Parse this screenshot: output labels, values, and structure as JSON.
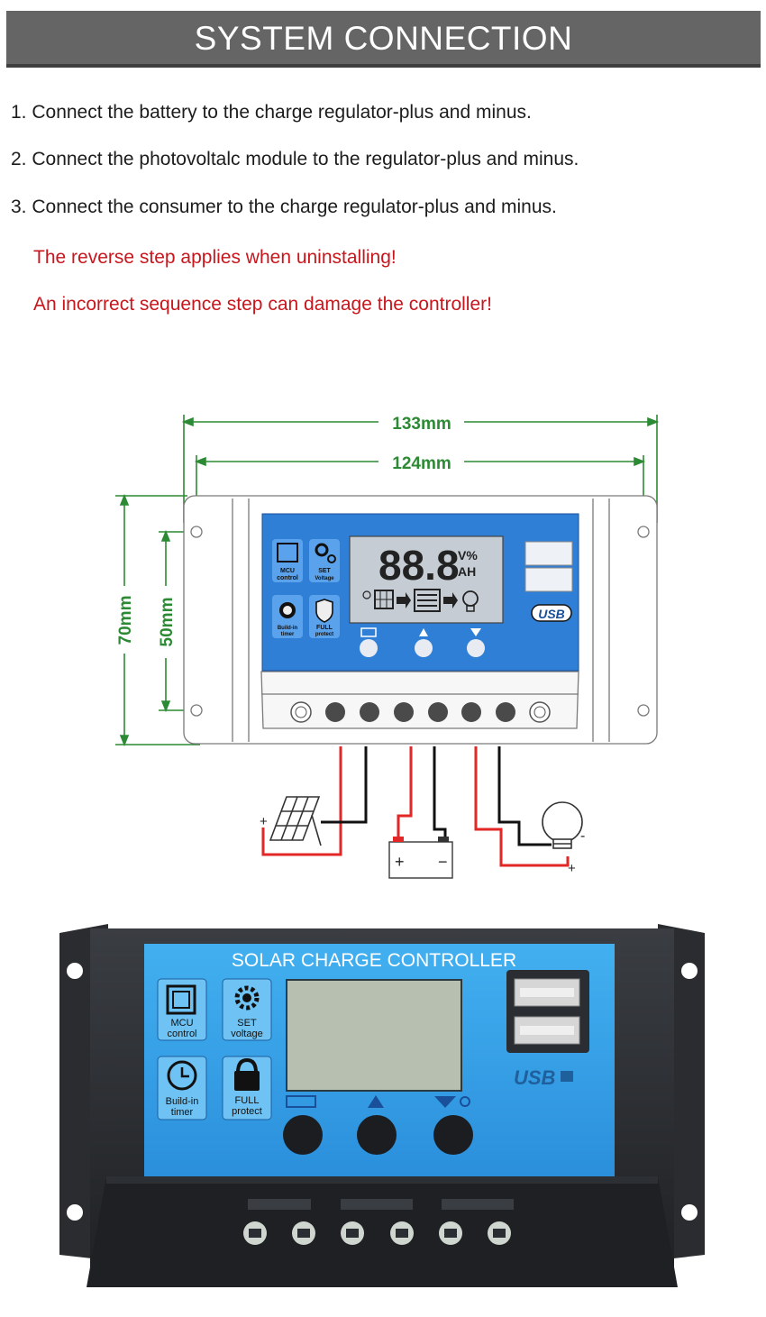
{
  "header": {
    "title": "SYSTEM CONNECTION"
  },
  "steps": [
    "1. Connect the battery to the charge regulator-plus and minus.",
    "2. Connect the photovoltalc module to the regulator-plus and minus.",
    "3. Connect the consumer to the charge regulator-plus and minus."
  ],
  "warnings": [
    "The reverse step applies when uninstalling!",
    "An incorrect sequence step can damage the controller!"
  ],
  "diagram": {
    "dim_width_outer": "133mm",
    "dim_width_inner": "124mm",
    "dim_height_outer": "70mm",
    "dim_height_inner": "50mm",
    "lcd_digits": "88.8",
    "lcd_unit_top": "V%",
    "lcd_unit_bottom": "AH",
    "badge_mcu_1": "MCU",
    "badge_mcu_2": "control",
    "badge_set_1": "SET",
    "badge_set_2": "Voltage",
    "badge_timer_1": "Build-in",
    "badge_timer_2": "timer",
    "badge_protect_1": "FULL",
    "badge_protect_2": "protect",
    "usb_label": "USB",
    "plus": "+",
    "minus": "−",
    "minus_dash": "-"
  },
  "photo": {
    "title": "SOLAR CHARGE CONTROLLER",
    "badge_mcu_1": "MCU",
    "badge_mcu_2": "control",
    "badge_set_1": "SET",
    "badge_set_2": "voltage",
    "badge_timer_1": "Build-in",
    "badge_timer_2": "timer",
    "badge_protect_1": "FULL",
    "badge_protect_2": "protect",
    "usb_label": "USB"
  },
  "colors": {
    "header_bg": "#656565",
    "warning_red": "#c8161d",
    "dimension_green": "#2c8a34",
    "panel_blue": "#2f7fd6",
    "photo_blue": "#3aa6e8",
    "wire_red": "#e32626"
  }
}
